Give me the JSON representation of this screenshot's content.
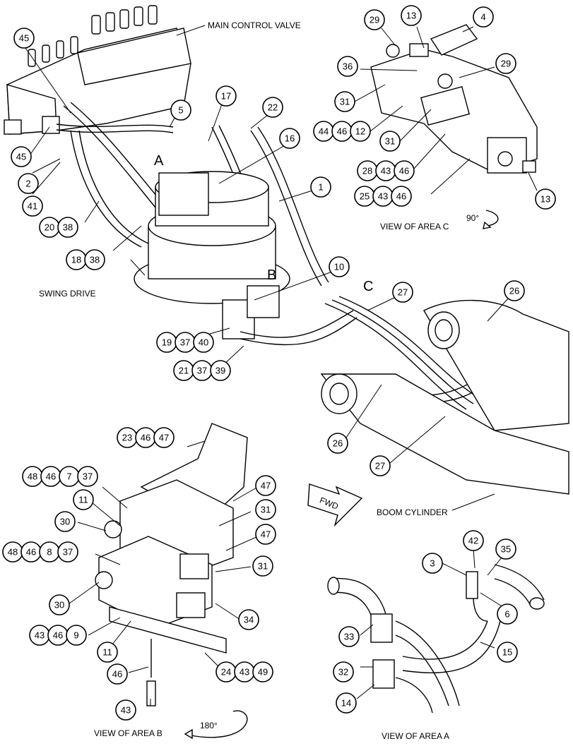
{
  "labels": {
    "main_control_valve": "MAIN CONTROL VALVE",
    "swing_drive": "SWING DRIVE",
    "boom_cylinder": "BOOM CYLINDER",
    "view_area_a": "VIEW OF AREA  A",
    "view_area_b": "VIEW OF AREA  B",
    "view_area_c": "VIEW OF AREA  C",
    "fwd": "FWD",
    "rot_b": "180°",
    "rot_c": "90°",
    "area_a": "A",
    "area_b": "B",
    "area_c": "C"
  },
  "callouts": {
    "c45a": [
      "45"
    ],
    "c45b": [
      "45"
    ],
    "c2": [
      "2"
    ],
    "c41": [
      "41"
    ],
    "c20_38": [
      "20",
      "38"
    ],
    "c18_38": [
      "18",
      "38"
    ],
    "c5": [
      "5"
    ],
    "c17": [
      "17"
    ],
    "c22": [
      "22"
    ],
    "c16": [
      "16"
    ],
    "c1": [
      "1"
    ],
    "c10": [
      "10"
    ],
    "c19_37_40": [
      "19",
      "37",
      "40"
    ],
    "c21_37_39": [
      "21",
      "37",
      "39"
    ],
    "c27a": [
      "27"
    ],
    "c26a": [
      "26"
    ],
    "c26b": [
      "26"
    ],
    "c27b": [
      "27"
    ],
    "c29a": [
      "29"
    ],
    "c13a": [
      "13"
    ],
    "c4": [
      "4"
    ],
    "c36": [
      "36"
    ],
    "c29b": [
      "29"
    ],
    "c31c": [
      "31"
    ],
    "c44_46_12": [
      "44",
      "46",
      "12"
    ],
    "c31d": [
      "31"
    ],
    "c28_43_46": [
      "28",
      "43",
      "46"
    ],
    "c25_43_46": [
      "25",
      "43",
      "46"
    ],
    "c13b": [
      "13"
    ],
    "c23_46_47": [
      "23",
      "46",
      "47"
    ],
    "c48_46_7_37": [
      "48",
      "46",
      "7",
      "37"
    ],
    "c11a": [
      "11"
    ],
    "c47a": [
      "47"
    ],
    "c31a": [
      "31"
    ],
    "c30a": [
      "30"
    ],
    "c47b": [
      "47"
    ],
    "c48_46_8_37": [
      "48",
      "46",
      "8",
      "37"
    ],
    "c31b": [
      "31"
    ],
    "c30b": [
      "30"
    ],
    "c34": [
      "34"
    ],
    "c43_46_9": [
      "43",
      "46",
      "9"
    ],
    "c11b": [
      "11"
    ],
    "c46": [
      "46"
    ],
    "c24_43_49": [
      "24",
      "43",
      "49"
    ],
    "c43": [
      "43"
    ],
    "c42": [
      "42"
    ],
    "c35": [
      "35"
    ],
    "c3": [
      "3"
    ],
    "c6": [
      "6"
    ],
    "c33": [
      "33"
    ],
    "c15": [
      "15"
    ],
    "c32": [
      "32"
    ],
    "c14": [
      "14"
    ]
  }
}
